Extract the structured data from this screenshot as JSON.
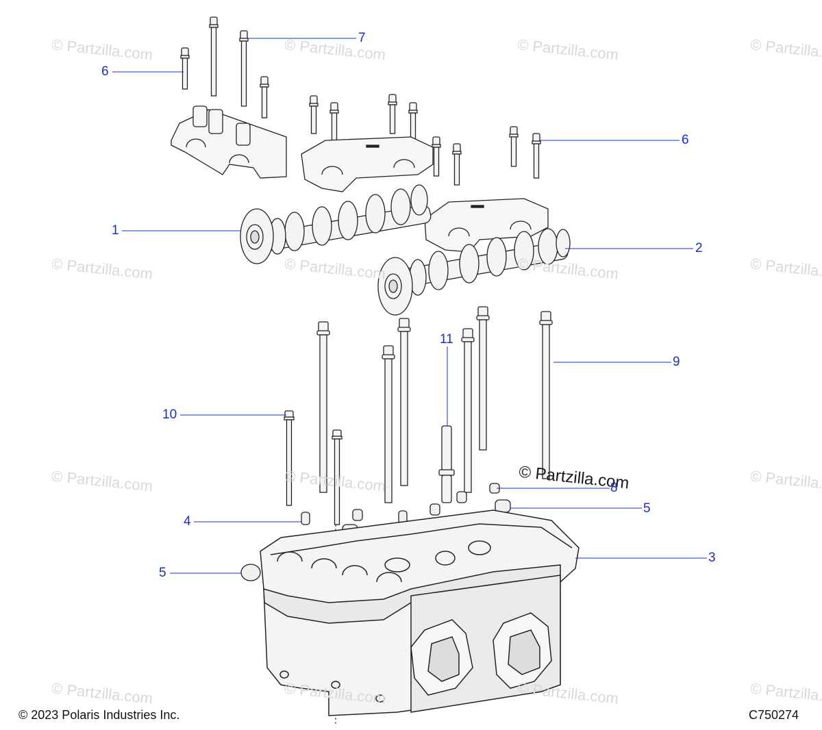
{
  "watermark": {
    "text": "© Partzilla.com"
  },
  "callouts": [
    {
      "id": "c7a",
      "label": "7"
    },
    {
      "id": "c6a",
      "label": "6"
    },
    {
      "id": "c6b",
      "label": "6"
    },
    {
      "id": "c1",
      "label": "1"
    },
    {
      "id": "c2",
      "label": "2"
    },
    {
      "id": "c11",
      "label": "11"
    },
    {
      "id": "c9",
      "label": "9"
    },
    {
      "id": "c10",
      "label": "10"
    },
    {
      "id": "c8",
      "label": "8"
    },
    {
      "id": "c5a",
      "label": "5"
    },
    {
      "id": "c4",
      "label": "4"
    },
    {
      "id": "c3",
      "label": "3"
    },
    {
      "id": "c5b",
      "label": "5"
    }
  ],
  "footer": {
    "copyright": "© 2023 Polaris Industries Inc.",
    "diagram_code": "C750274"
  },
  "colors": {
    "callout": "#1a2bd0",
    "line": "#1a2bd0",
    "part_stroke": "#222222",
    "part_fill": "#f4f4f4"
  }
}
